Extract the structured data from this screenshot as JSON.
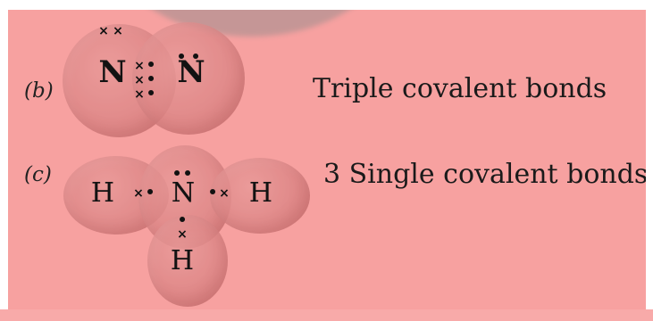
{
  "parts": {
    "b": {
      "label": "(b)",
      "atom_left": "N",
      "atom_right": "N",
      "description": "Triple covalent bonds",
      "markers": {
        "cross": "×",
        "dot": "•"
      }
    },
    "c": {
      "label": "(c)",
      "left_atom": "H",
      "center_atom": "N",
      "right_atom": "H",
      "bottom_atom": "H",
      "description": "3 Single covalent bonds",
      "markers": {
        "cross": "×",
        "dot": "•"
      }
    }
  }
}
